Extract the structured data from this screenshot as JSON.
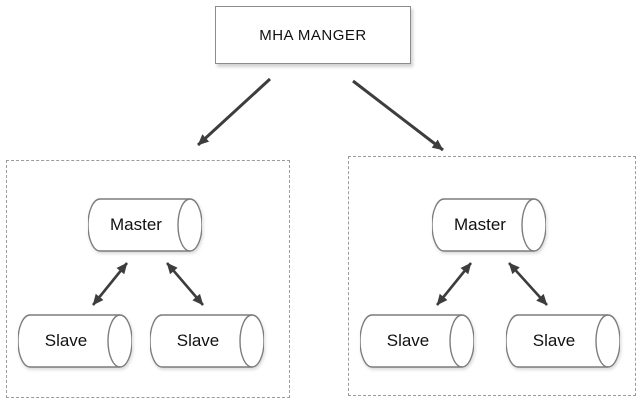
{
  "diagram": {
    "manager": {
      "label": "MHA MANGER"
    },
    "groups": [
      {
        "master": {
          "label": "Master"
        },
        "slaves": [
          {
            "label": "Slave"
          },
          {
            "label": "Slave"
          }
        ]
      },
      {
        "master": {
          "label": "Master"
        },
        "slaves": [
          {
            "label": "Slave"
          },
          {
            "label": "Slave"
          }
        ]
      }
    ],
    "colors": {
      "shape_border": "#7d7d7d",
      "dashed_border": "#9b9b9b",
      "arrow": "#3d3d3d",
      "shape_fill": "#ffffff",
      "background": "#ffffff",
      "text": "#111111"
    }
  }
}
